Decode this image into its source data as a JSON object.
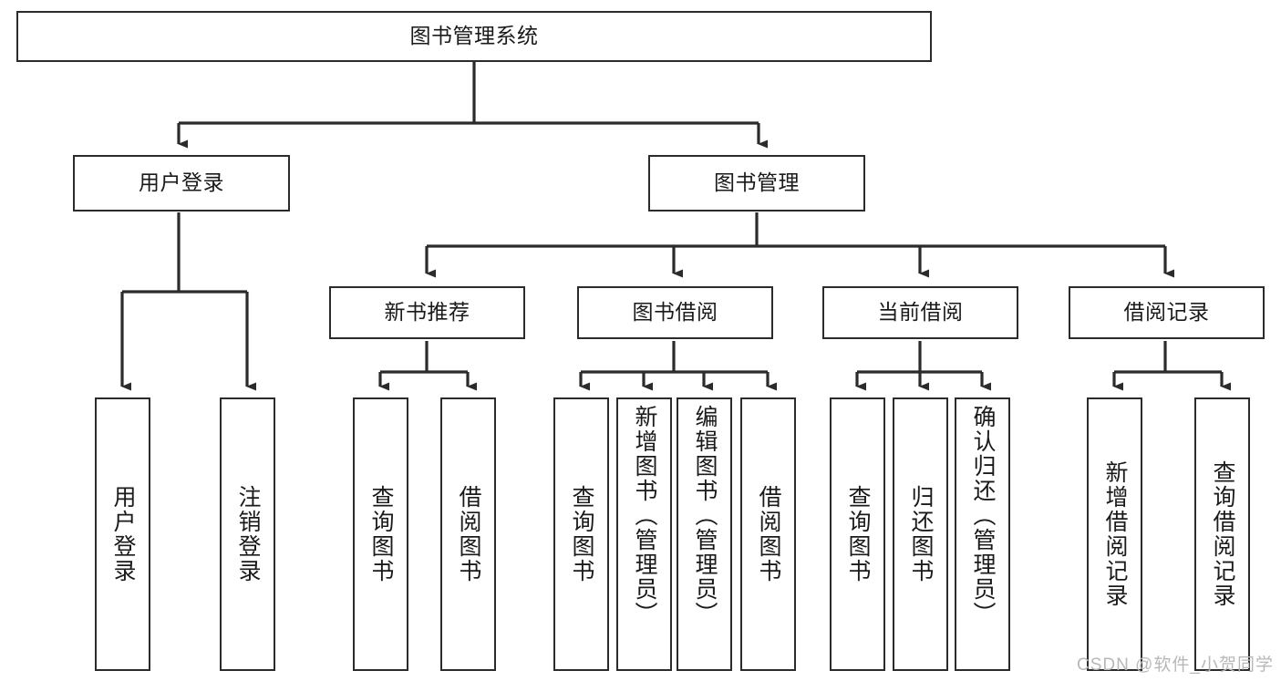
{
  "diagram": {
    "title": "图书管理系统",
    "watermark": "CSDN @软件_小贺同学",
    "stroke_color": "#2b2b2b",
    "background_color": "#ffffff",
    "text_color": "#1a1a1a",
    "watermark_color": "#b8b8b8"
  },
  "nodes": {
    "root": {
      "label": "图书管理系统"
    },
    "level2": [
      {
        "label": "用户登录"
      },
      {
        "label": "图书管理"
      }
    ],
    "level3": [
      {
        "label": "新书推荐"
      },
      {
        "label": "图书借阅"
      },
      {
        "label": "当前借阅"
      },
      {
        "label": "借阅记录"
      }
    ],
    "leaves": {
      "user_login": [
        {
          "label": "用户登录"
        },
        {
          "label": "注销登录"
        }
      ],
      "new_book": [
        {
          "label": "查询图书"
        },
        {
          "label": "借阅图书"
        }
      ],
      "book_borrow": [
        {
          "label": "查询图书"
        },
        {
          "label": "新增图书（管理员）"
        },
        {
          "label": "编辑图书（管理员）"
        },
        {
          "label": "借阅图书"
        }
      ],
      "current_borrow": [
        {
          "label": "查询图书"
        },
        {
          "label": "归还图书"
        },
        {
          "label": "确认归还（管理员）"
        }
      ],
      "borrow_record": [
        {
          "label": "新增借阅记录"
        },
        {
          "label": "查询借阅记录"
        }
      ]
    }
  }
}
